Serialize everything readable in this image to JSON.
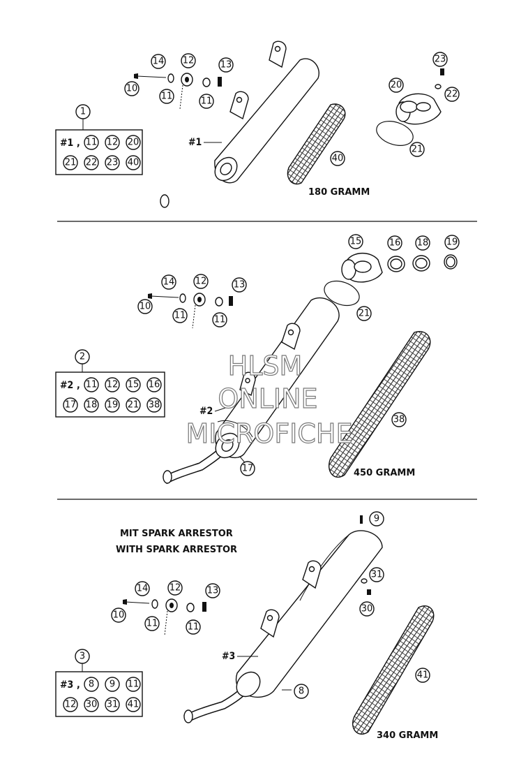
{
  "sections": [
    {
      "id": "kit1",
      "kit_label": "#1",
      "kit_ref": "1",
      "kit_contents_row1": [
        "11",
        "12",
        "20"
      ],
      "kit_contents_row2": [
        "21",
        "22",
        "23",
        "40"
      ],
      "silencer_label": "#1",
      "mount_refs": [
        "14",
        "12",
        "13",
        "10",
        "11",
        "11"
      ],
      "endcap_refs": [
        "23",
        "20",
        "22",
        "21"
      ],
      "insert_ref": "40",
      "weight": "180 GRAMM"
    },
    {
      "id": "kit2",
      "kit_label": "#2",
      "kit_ref": "2",
      "kit_contents_row1": [
        "11",
        "12",
        "15",
        "16"
      ],
      "kit_contents_row2": [
        "17",
        "18",
        "19",
        "21",
        "38"
      ],
      "silencer_label": "#2",
      "mount_refs": [
        "14",
        "12",
        "13",
        "10",
        "11",
        "11"
      ],
      "endcap_refs": [
        "15",
        "16",
        "18",
        "19",
        "21"
      ],
      "tube_ref": "17",
      "insert_ref": "38",
      "weight": "450 GRAMM"
    },
    {
      "id": "kit3",
      "heading_line1": "MIT SPARK ARRESTOR",
      "heading_line2": "WITH SPARK ARRESTOR",
      "kit_label": "#3",
      "kit_ref": "3",
      "kit_contents_row1": [
        "8",
        "9",
        "11"
      ],
      "kit_contents_row2": [
        "12",
        "30",
        "31",
        "41"
      ],
      "silencer_label": "#3",
      "mount_refs": [
        "14",
        "12",
        "13",
        "10",
        "11",
        "11"
      ],
      "arrestor_refs": [
        "9",
        "31",
        "30",
        "8"
      ],
      "insert_ref": "41",
      "weight": "340 GRAMM"
    }
  ],
  "watermark": [
    "HLSM",
    "ONLINE",
    "MICROFICHE"
  ]
}
